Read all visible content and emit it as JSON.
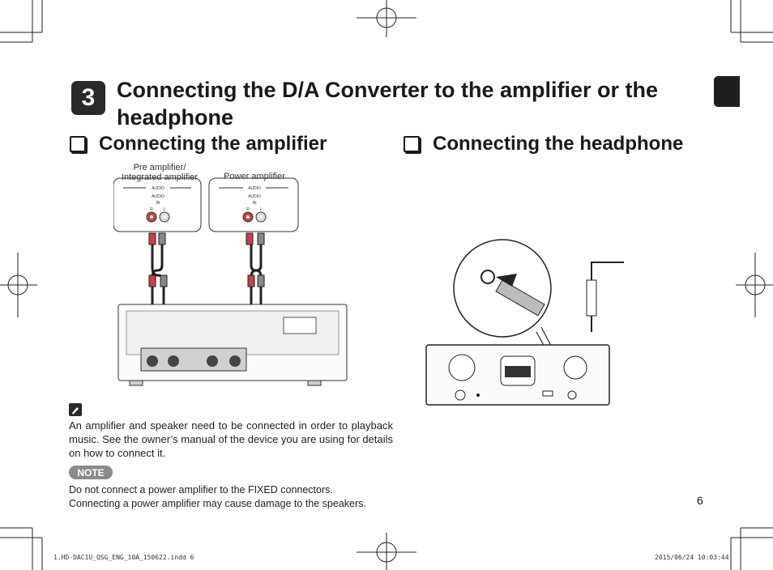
{
  "header": {
    "step_number": "3",
    "title": "Connecting the D/A Converter to the amplifier or the headphone"
  },
  "sections": {
    "amplifier": {
      "title": "Connecting the amplifier",
      "pre_amp_label_line1": "Pre amplifier/",
      "pre_amp_label_line2": "Integrated amplifier",
      "power_amp_label": "Power amplifier",
      "jack_audio": "AUDIO",
      "jack_in": "IN",
      "jack_r": "R",
      "jack_l": "L"
    },
    "headphone": {
      "title": "Connecting the headphone"
    }
  },
  "notes": {
    "body": "An amplifier and speaker need to be connected in order to playback music. See the owner’s manual of the device you are using for details on how to connect it.",
    "note_label": "NOTE",
    "note_line1": "Do not connect a power amplifier to the FIXED connectors.",
    "note_line2": "Connecting a power amplifier may cause damage to the speakers."
  },
  "page": {
    "number": "6",
    "footer_file": "1.HD-DAC1U_QSG_ENG_10A_150622.indd   6",
    "footer_date": "2015/06/24   10:03:44"
  }
}
